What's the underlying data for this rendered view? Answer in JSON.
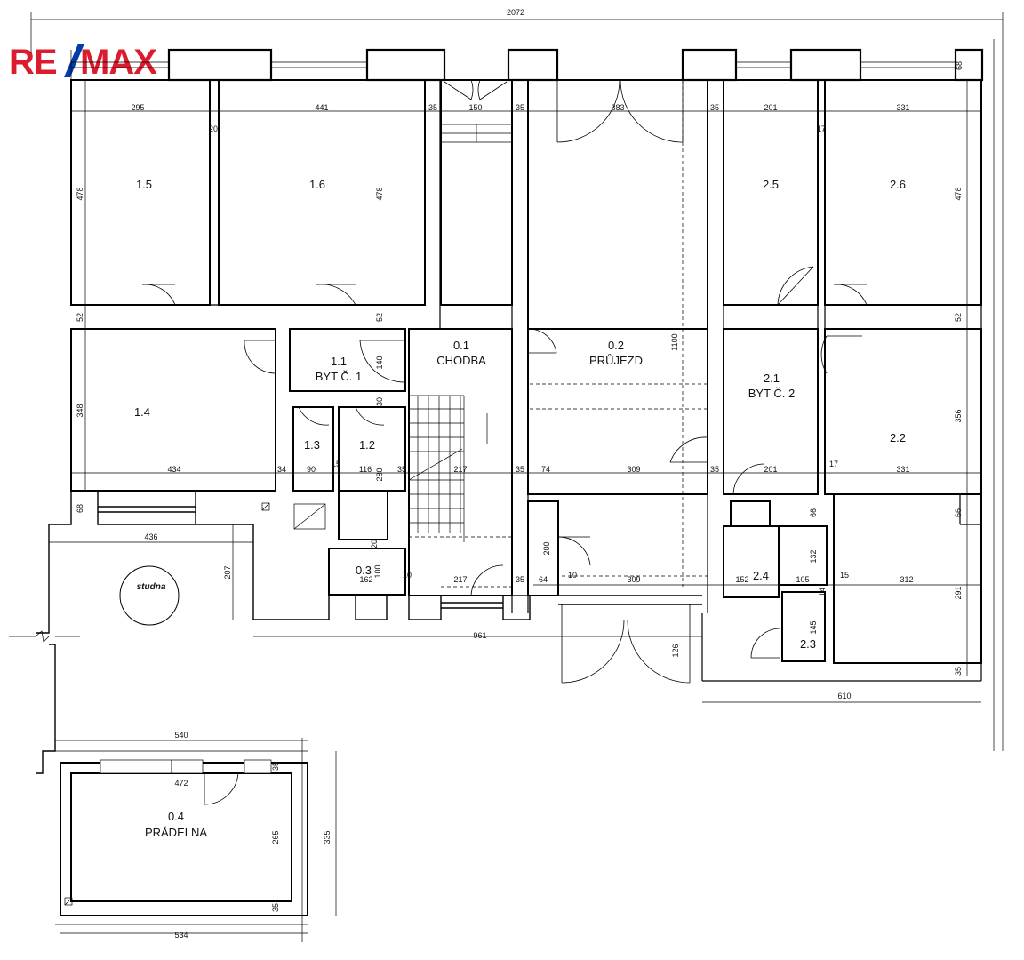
{
  "brand": {
    "logo_text": "RE/MAX",
    "colors": {
      "red": "#dc1c2e",
      "blue": "#003da5"
    }
  },
  "dimensions": {
    "total_width": "2072",
    "d295": "295",
    "d441": "441",
    "d35a": "35",
    "d150": "150",
    "d35b": "35",
    "d383": "383",
    "d35c": "35",
    "d201a": "201",
    "d331a": "331",
    "d20": "20",
    "d17a": "17",
    "d68a": "68",
    "d478a": "478",
    "d478b": "478",
    "d478c": "478",
    "d52a": "52",
    "d52b": "52",
    "d52c": "52",
    "d348": "348",
    "d140": "140",
    "d30": "30",
    "d1100": "1100",
    "d356": "356",
    "d434": "434",
    "d34": "34",
    "d90": "90",
    "d15a": "15",
    "d116": "116",
    "d35d": "35",
    "d217a": "217",
    "d35e": "35",
    "d74": "74",
    "d309a": "309",
    "d35f": "35",
    "d201b": "201",
    "d17b": "17",
    "d331b": "331",
    "d280": "280",
    "d68b": "68",
    "d436": "436",
    "d207": "207",
    "d20b": "20",
    "d100": "100",
    "d162": "162",
    "d10a": "10",
    "d217b": "217",
    "d35g": "35",
    "d64": "64",
    "d10b": "10",
    "d309b": "309",
    "d200": "200",
    "d66a": "66",
    "d66b": "66",
    "d132": "132",
    "d152": "152",
    "d105": "105",
    "d14": "14",
    "d15b": "15",
    "d312": "312",
    "d291": "291",
    "d145": "145",
    "d961": "961",
    "d126": "126",
    "d35h": "35",
    "d610": "610",
    "d540": "540",
    "d472": "472",
    "d35i": "35",
    "d265": "265",
    "d335": "335",
    "d35j": "35",
    "d534": "534"
  },
  "rooms": {
    "r15": "1.5",
    "r16": "1.6",
    "r25": "2.5",
    "r26": "2.6",
    "r14": "1.4",
    "r11": "1.1",
    "r11_name": "BYT Č. 1",
    "r01": "0.1",
    "r01_name": "CHODBA",
    "r02": "0.2",
    "r02_name": "PRŮJEZD",
    "r21": "2.1",
    "r21_name": "BYT Č. 2",
    "r22": "2.2",
    "r13": "1.3",
    "r12": "1.2",
    "r03": "0.3",
    "r24": "2.4",
    "r23": "2.3",
    "well": "studna",
    "r04": "0.4",
    "r04_name": "PRÁDELNA"
  }
}
